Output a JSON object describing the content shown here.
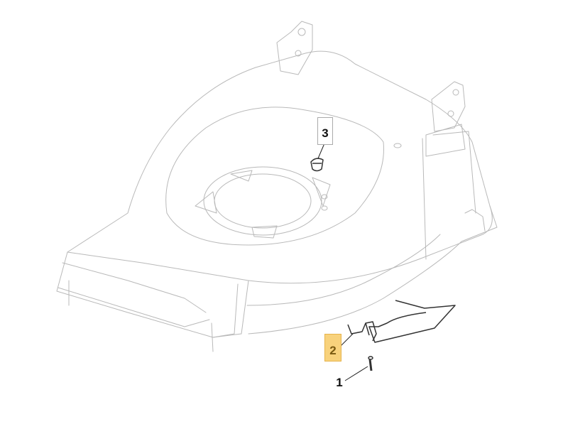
{
  "diagram": {
    "callouts": [
      {
        "number": "1",
        "highlighted": false
      },
      {
        "number": "2",
        "highlighted": true,
        "highlight_color": "#f8d27c"
      },
      {
        "number": "3",
        "highlighted": false
      }
    ]
  }
}
